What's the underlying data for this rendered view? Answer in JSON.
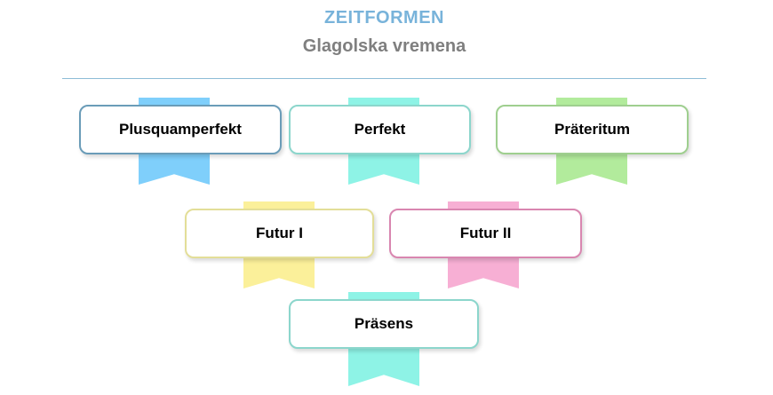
{
  "header": {
    "title": "ZEITFORMEN",
    "subtitle": "Glagolska vremena"
  },
  "tenses": [
    {
      "label": "Plusquamperfekt",
      "ribbon_color": "#7fcffb",
      "border_color": "#6a9cb8"
    },
    {
      "label": "Perfekt",
      "ribbon_color": "#8ef3e6",
      "border_color": "#8cd6cc"
    },
    {
      "label": "Präteritum",
      "ribbon_color": "#b2eb9c",
      "border_color": "#9fcf8f"
    },
    {
      "label": "Futur I",
      "ribbon_color": "#fbf09a",
      "border_color": "#e3de98"
    },
    {
      "label": "Futur II",
      "ribbon_color": "#f7afd4",
      "border_color": "#d986b0"
    },
    {
      "label": "Präsens",
      "ribbon_color": "#8ef3e6",
      "border_color": "#8cd6cc"
    }
  ]
}
